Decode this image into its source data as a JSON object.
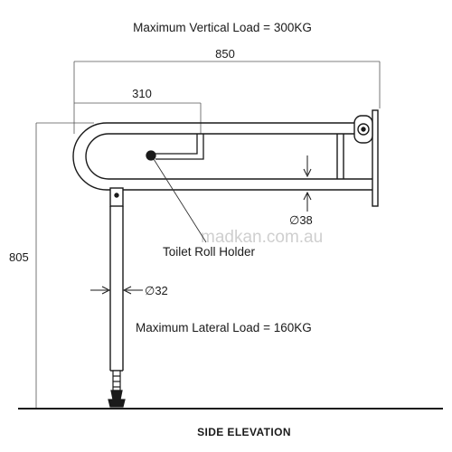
{
  "drawing": {
    "top_note": "Maximum Vertical Load = 300KG",
    "bottom_note": "Maximum Lateral Load = 160KG",
    "footer_title": "SIDE ELEVATION",
    "watermark": "madkan.com.au",
    "component_label": "Toilet Roll Holder",
    "dimensions": {
      "overall_length": "850",
      "holder_offset": "310",
      "height": "805",
      "rail_diameter": "∅38",
      "leg_diameter": "∅32"
    }
  },
  "colors": {
    "line": "#1a1a1a",
    "watermark": "#cfcfcf"
  }
}
